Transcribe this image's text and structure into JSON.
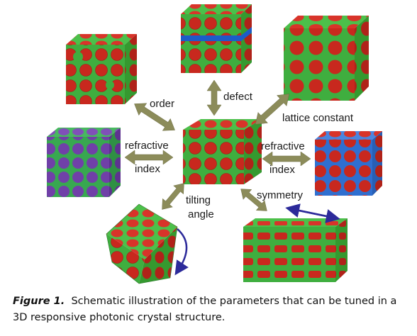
{
  "labels": {
    "order": "order",
    "defect": "defect",
    "lattice_constant": "lattice constant",
    "refractive_left_1": "refractive",
    "refractive_left_2": "index",
    "refractive_right_1": "refractive",
    "refractive_right_2": "index",
    "tilting_1": "tilting",
    "tilting_2": "angle",
    "symmetry": "symmetry"
  },
  "caption": {
    "figure_label": "Figure 1.",
    "text": "Schematic illustration of the parameters that can be tuned in a 3D responsive photonic crystal structure."
  },
  "colors": {
    "green_matrix": "#3fae3f",
    "red_sphere": "#c8281e",
    "purple_matrix": "#7040a8",
    "blue_matrix": "#2f6fd0",
    "defect_layer": "#1c5cc8",
    "arrow": "#8c8c5a",
    "motion_arrow": "#2c2a9a"
  }
}
